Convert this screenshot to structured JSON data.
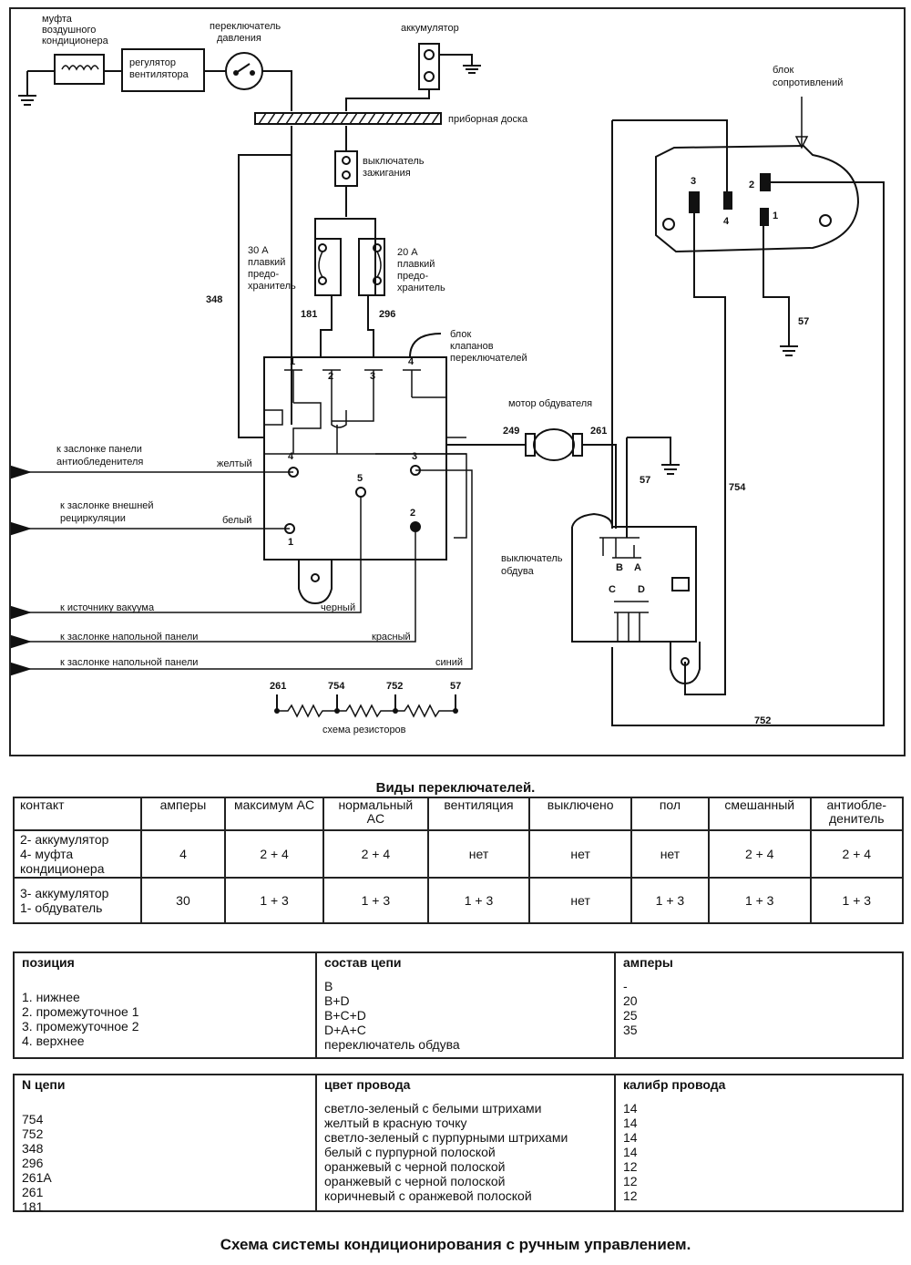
{
  "diagram": {
    "labels": {
      "ac_clutch": [
        "муфта",
        "воздушного",
        "кондиционера"
      ],
      "fan_regulator": [
        "регулятор",
        "вентилятора"
      ],
      "pressure_switch": [
        "переключатель",
        "давления"
      ],
      "battery": "аккумулятор",
      "dashboard": "приборная доска",
      "ignition_switch": [
        "выключатель",
        "зажигания"
      ],
      "resistor_block": [
        "блок",
        "сопротивлений"
      ],
      "fuse_30": [
        "30 А",
        "плавкий",
        "предо-",
        "хранитель"
      ],
      "fuse_20": [
        "20 А",
        "плавкий",
        "предо-",
        "хранитель"
      ],
      "valve_block": [
        "блок",
        "клапанов",
        "переключателей"
      ],
      "blower_motor": "мотор обдувателя",
      "blower_switch": [
        "выключатель",
        "обдува"
      ],
      "resistor_scheme": "схема резисторов",
      "to_defrost": [
        "к заслонке панели",
        "антиобледенителя"
      ],
      "to_recirc": [
        "к заслонке внешней",
        "рециркуляции"
      ],
      "to_vacuum": "к источнику вакуума",
      "to_floor_1": "к заслонке напольной панели",
      "to_floor_2": "к заслонке напольной панели",
      "yellow": "желтый",
      "white": "белый",
      "black": "черный",
      "red": "красный",
      "blue": "синий"
    },
    "wire_numbers": {
      "w348": "348",
      "w181": "181",
      "w296": "296",
      "w249": "249",
      "w261": "261",
      "w57a": "57",
      "w57b": "57",
      "w754": "754",
      "w752": "752",
      "r261": "261",
      "r754": "754",
      "r752": "752",
      "r57": "57"
    },
    "pins": {
      "p1": "1",
      "p2": "2",
      "p3": "3",
      "p4": "4",
      "p5": "5",
      "v2": "2",
      "v3": "3",
      "v4": "4",
      "r1": "1",
      "r2": "2",
      "r3": "3",
      "r4": "4",
      "sA": "A",
      "sB": "B",
      "sC": "C",
      "sD": "D"
    }
  },
  "switch_table": {
    "title": "Виды переключателей.",
    "headers": [
      "контакт",
      "амперы",
      "максимум AC",
      "нормальный AC",
      "вентиляция",
      "выключено",
      "пол",
      "смешанный",
      "антиобле-денитель"
    ],
    "rows": [
      [
        "2- аккумулятор\n4- муфта\nкондиционера",
        "4",
        "2  +  4",
        "2  +  4",
        "нет",
        "нет",
        "нет",
        "2  +  4",
        "2  +  4"
      ],
      [
        "3- аккумулятор\n1- обдуватель",
        "30",
        "1  +  3",
        "1  +  3",
        "1  +  3",
        "нет",
        "1  +  3",
        "1  +  3",
        "1  +  3"
      ]
    ]
  },
  "position_table": {
    "headers": [
      "позиция",
      "состав цепи",
      "амперы"
    ],
    "col1": [
      "",
      "1. нижнее",
      "2. промежуточное 1",
      "3. промежуточное 2",
      "4. верхнее"
    ],
    "col2": [
      "B",
      "B+D",
      "B+C+D",
      "D+A+C",
      "переключатель обдува"
    ],
    "col3": [
      "-",
      "20",
      "25",
      "35"
    ]
  },
  "wire_table": {
    "headers": [
      "N цепи",
      "цвет провода",
      "калибр провода"
    ],
    "col1": [
      "",
      "754",
      "752",
      "348",
      "296",
      "261А",
      "261",
      "181"
    ],
    "col2": [
      "светло-зеленый с белыми штрихами",
      "желтый в красную точку",
      "светло-зеленый с пурпурными штрихами",
      "белый с пурпурной полоской",
      "оранжевый с черной полоской",
      "оранжевый с черной полоской",
      "коричневый с оранжевой полоской"
    ],
    "col3": [
      "14",
      "14",
      "14",
      "14",
      "12",
      "12",
      "12"
    ]
  },
  "caption": "Схема системы кондиционирования с ручным управлением."
}
